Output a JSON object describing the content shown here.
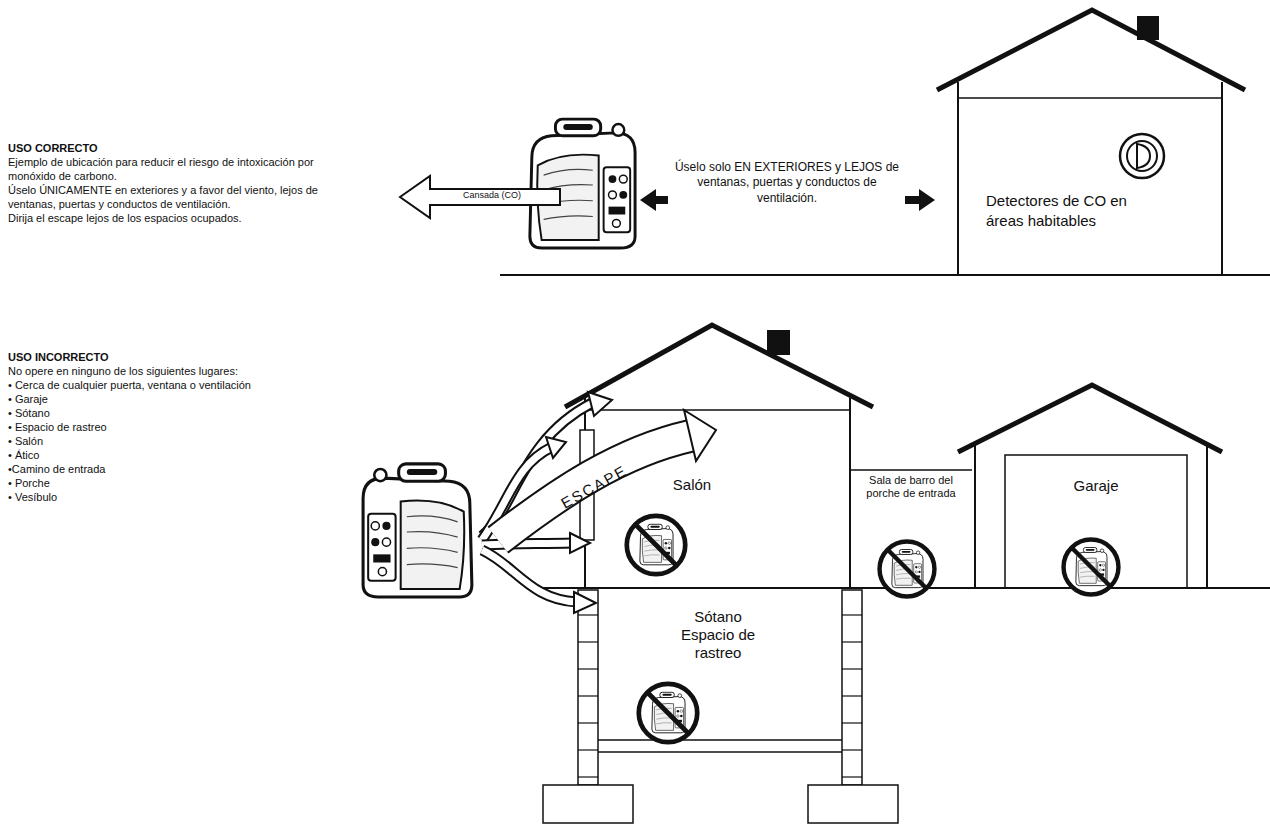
{
  "diagram": {
    "nodes": [
      {
        "text": [
          "Detectores de CO en áreas habitables"
        ]
      },
      {
        "text": [
          "Salón"
        ]
      },
      {
        "text": [
          "Sótano Espacio de rastreo"
        ]
      },
      {
        "text": [
          "Sala de barro del porche de entrada"
        ]
      },
      {
        "text": [
          "Garaje"
        ]
      }
    ],
    "labels": [
      "USO CORRECTO",
      "Ejemplo de ubicación para reducir el riesgo de intoxicación por monóxido de carbono.",
      "Úselo ÚNICAMENTE en exteriores y a favor del viento, lejos de ventanas, puertas y conductos de ventilación.",
      "Dirija el escape lejos de los espacios ocupados.",
      "Cansada (CO)",
      "Úselo solo EN EXTERIORES y LEJOS de ventanas, puertas y conductos de ventilación.",
      "USO INCORRECTO",
      "No opere en ninguno de los siguientes lugares:",
      "• Cerca de cualquier puerta, ventana o ventilación",
      "• Garaje",
      "• Sótano",
      "• Espacio de rastreo",
      "• Salón",
      "• Ático",
      "•Camino de entrada",
      "• Porche",
      "• Vesíbulo",
      "ESCAPE"
    ]
  }
}
